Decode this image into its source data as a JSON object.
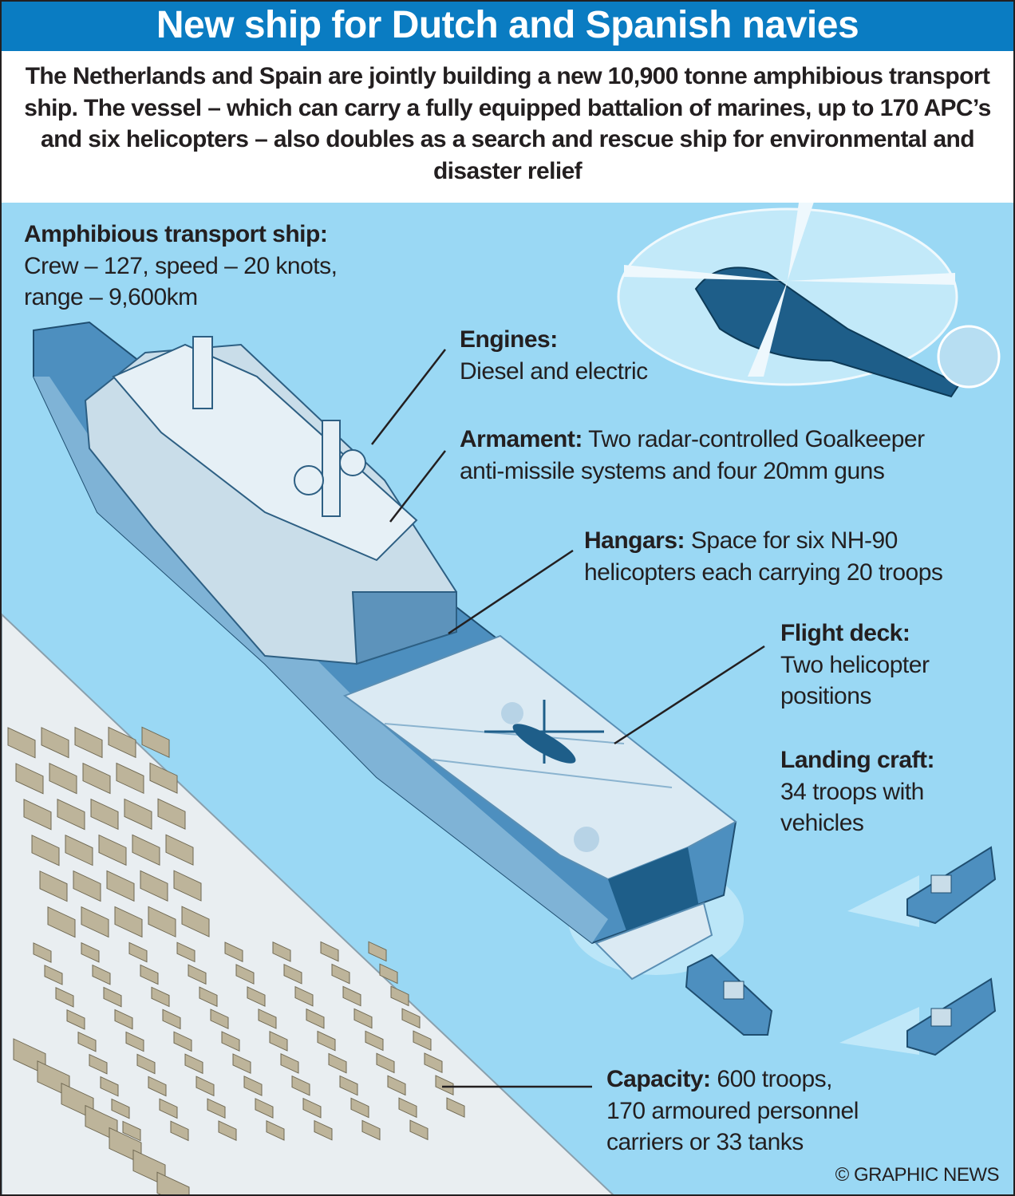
{
  "title": "New ship for Dutch and Spanish navies",
  "intro": "The Netherlands and Spain are jointly building a new 10,900 tonne amphibious transport ship. The vessel – which can carry a fully equipped battalion of marines, up to 170 APC’s and six helicopters – also doubles as a search and rescue ship for environmental and disaster relief",
  "labels": {
    "ship": {
      "heading": "Amphibious transport ship:",
      "line1": "Crew – 127, speed – 20 knots,",
      "line2": "range – 9,600km"
    },
    "engines": {
      "heading": "Engines:",
      "line1": "Diesel and electric"
    },
    "armament": {
      "heading": "Armament:",
      "line1": " Two radar-controlled Goalkeeper",
      "line2": "anti-missile systems and four 20mm guns"
    },
    "hangars": {
      "heading": "Hangars:",
      "line1": " Space for six NH-90",
      "line2": "helicopters each carrying 20 troops"
    },
    "flight_deck": {
      "heading": "Flight deck:",
      "line1": "Two helicopter",
      "line2": "positions"
    },
    "landing_craft": {
      "heading": "Landing craft:",
      "line1": "34 troops with",
      "line2": "vehicles"
    },
    "capacity": {
      "heading": "Capacity:",
      "line1": " 600 troops,",
      "line2": "170 armoured personnel",
      "line3": "carriers or 33 tanks"
    }
  },
  "credit": "© GRAPHIC NEWS",
  "colors": {
    "header": "#0a7cc2",
    "sea": "#9ad8f4",
    "hull": "#4d8fbf",
    "deck": "#dbeaf3",
    "dock": "#e9eef1",
    "vehicle": "#bdb49a"
  }
}
